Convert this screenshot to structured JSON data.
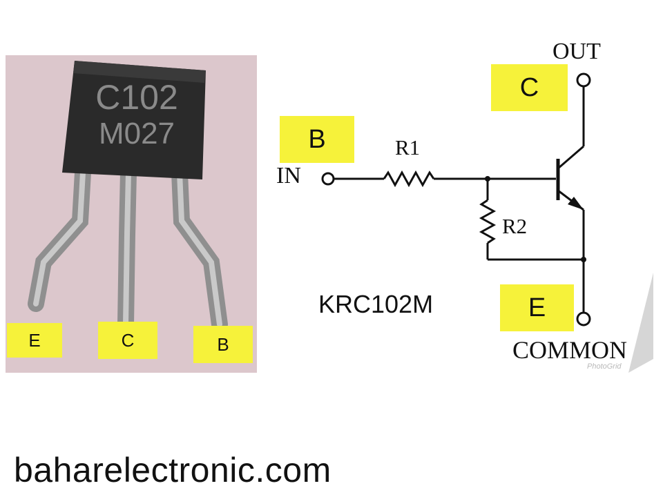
{
  "photo": {
    "marking_line1": "C102",
    "marking_line2": "M027",
    "pin_labels": [
      "E",
      "C",
      "B"
    ]
  },
  "schematic": {
    "out_label": "OUT",
    "in_label": "IN",
    "common_label": "COMMON",
    "r1_label": "R1",
    "r2_label": "R2",
    "collector_tag": "C",
    "base_tag": "B",
    "emitter_tag": "E",
    "part_number": "KRC102M"
  },
  "watermark": "PhotoGrid",
  "website": "baharelectronic.com",
  "colors": {
    "highlight": "#f6f23a",
    "photo_background": "#dcc7cc",
    "package": "#2a2a2a"
  }
}
